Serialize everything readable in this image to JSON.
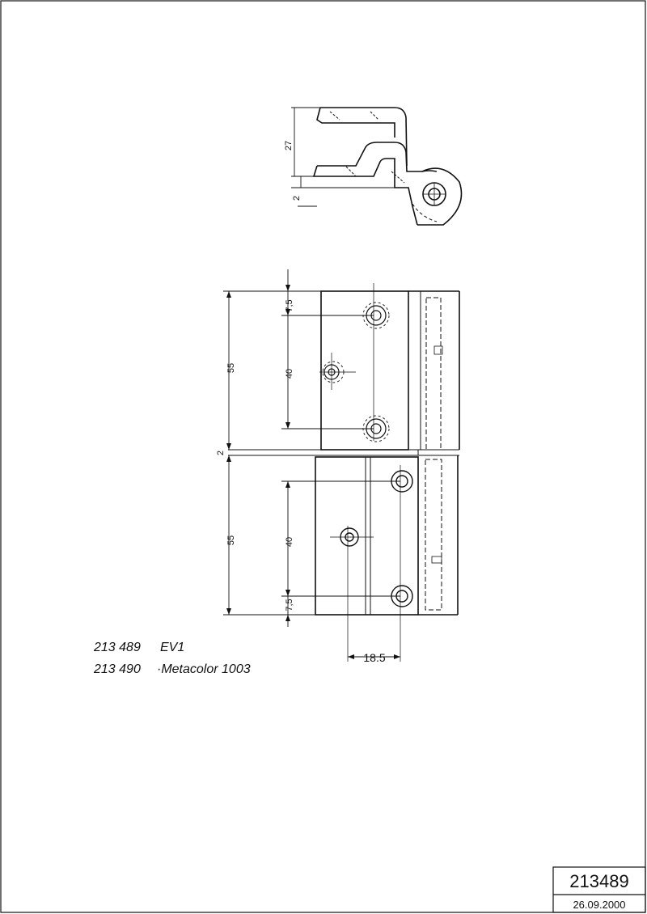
{
  "drawing": {
    "top_view": {
      "dim_height": "27",
      "dim_thickness": "2"
    },
    "front_view": {
      "dim_upper_leaf": "55",
      "dim_upper_hole_spacing": "40",
      "dim_upper_edge": "7,5",
      "dim_gap": "2",
      "dim_lower_leaf": "55",
      "dim_lower_hole_spacing": "40",
      "dim_lower_edge": "7,5",
      "dim_horizontal": "18.5"
    },
    "notes": [
      {
        "code": "213 489",
        "label": "EV1"
      },
      {
        "code": "213 490",
        "label": "·Metacolor 1003"
      }
    ]
  },
  "title_block": {
    "number": "213489",
    "date": "26.09.2000"
  }
}
